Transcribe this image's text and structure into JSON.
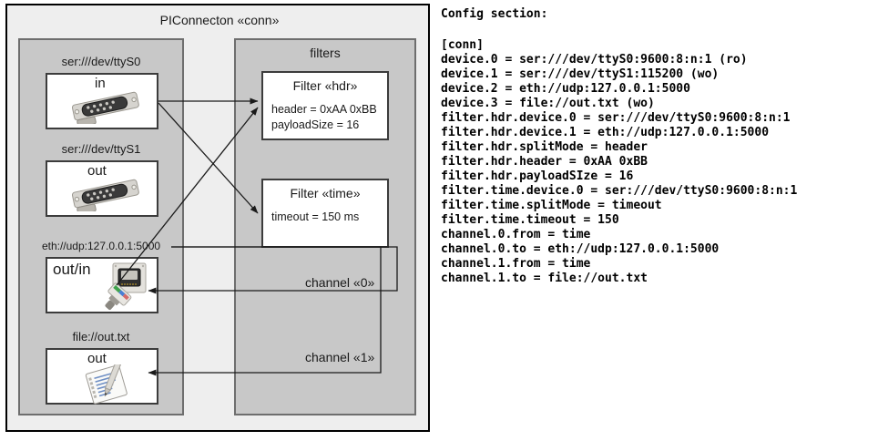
{
  "diagram": {
    "title": "PIConnecton «conn»",
    "devices_panel": {
      "title": "",
      "items": [
        {
          "label": "ser:///dev/ttyS0",
          "direction": "in",
          "icon": "serial-port-icon"
        },
        {
          "label": "ser:///dev/ttyS1",
          "direction": "out",
          "icon": "serial-port-icon"
        },
        {
          "label": "eth://udp:127.0.0.1:5000",
          "direction": "out/in",
          "icon": "ethernet-jack-icon"
        },
        {
          "label": "file://out.txt",
          "direction": "out",
          "icon": "text-file-icon"
        }
      ]
    },
    "filters_panel": {
      "title": "filters",
      "filters": [
        {
          "title": "Filter «hdr»",
          "props": [
            "header = 0xAA 0xBB",
            "payloadSize = 16"
          ]
        },
        {
          "title": "Filter «time»",
          "props": [
            "timeout = 150 ms"
          ]
        }
      ],
      "channels": [
        {
          "label": "channel «0»"
        },
        {
          "label": "channel «1»"
        }
      ]
    }
  },
  "config": {
    "heading": "Config section:",
    "text": "[conn]\ndevice.0 = ser:///dev/ttyS0:9600:8:n:1 (ro)\ndevice.1 = ser:///dev/ttyS1:115200 (wo)\ndevice.2 = eth://udp:127.0.0.1:5000\ndevice.3 = file://out.txt (wo)\nfilter.hdr.device.0 = ser:///dev/ttyS0:9600:8:n:1\nfilter.hdr.device.1 = eth://udp:127.0.0.1:5000\nfilter.hdr.splitMode = header\nfilter.hdr.header = 0xAA 0xBB\nfilter.hdr.payloadSIze = 16\nfilter.time.device.0 = ser:///dev/ttyS0:9600:8:n:1\nfilter.time.splitMode = timeout\nfilter.time.timeout = 150\nchannel.0.from = time\nchannel.0.to = eth://udp:127.0.0.1:5000\nchannel.1.from = time\nchannel.1.to = file://out.txt"
  },
  "colors": {
    "canvas": "#ffffff",
    "frame_fill": "#eeeeee",
    "panel_fill": "#c8c8c8",
    "panel_border": "#6e6e6e",
    "box_fill": "#ffffff",
    "box_border": "#3c3c3c",
    "line": "#1a1a1a"
  }
}
